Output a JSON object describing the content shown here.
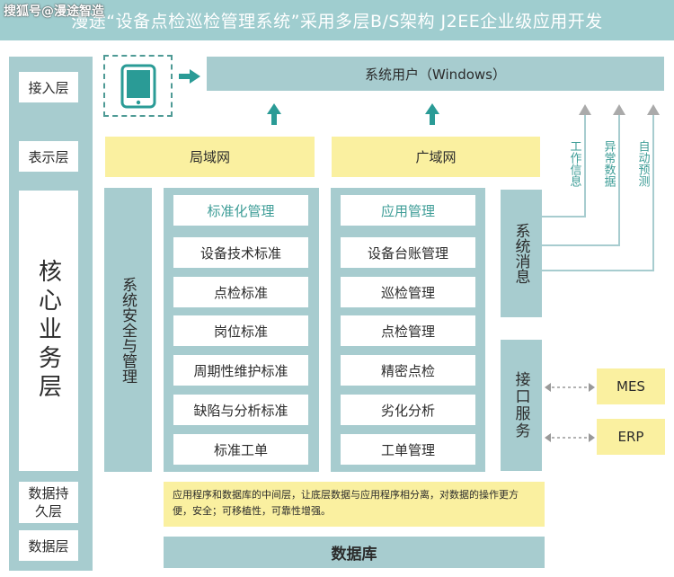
{
  "watermark": "搜狐号@漫途智造",
  "banner": "漫途“设备点检巡检管理系统”采用多层B/S架构 J2EE企业级应用开发",
  "layers": {
    "access": "接入层",
    "presentation": "表示层",
    "core": "核心业务层",
    "persistence": "数据持久层",
    "data": "数据层"
  },
  "system_user": "系统用户（Windows）",
  "networks": {
    "lan": "局域网",
    "wan": "广域网"
  },
  "security": "系统安全与管理",
  "standardization": {
    "title": "标准化管理",
    "items": [
      "设备技术标准",
      "点检标准",
      "岗位标准",
      "周期性维护标准",
      "缺陷与分析标准",
      "标准工单"
    ]
  },
  "application": {
    "title": "应用管理",
    "items": [
      "设备台账管理",
      "巡检管理",
      "点检管理",
      "精密点检",
      "劣化分析",
      "工单管理"
    ]
  },
  "system_message": "系统消息",
  "interface_service": "接口服务",
  "outputs": [
    "工作信息",
    "异常数据",
    "自动预测"
  ],
  "external": [
    "MES",
    "ERP"
  ],
  "middle_note": "应用程序和数据库的中间层，让底层数据与应用程序相分离，对数据的操作更方便，安全；可移植性，可靠性增强。",
  "database": "数据库"
}
